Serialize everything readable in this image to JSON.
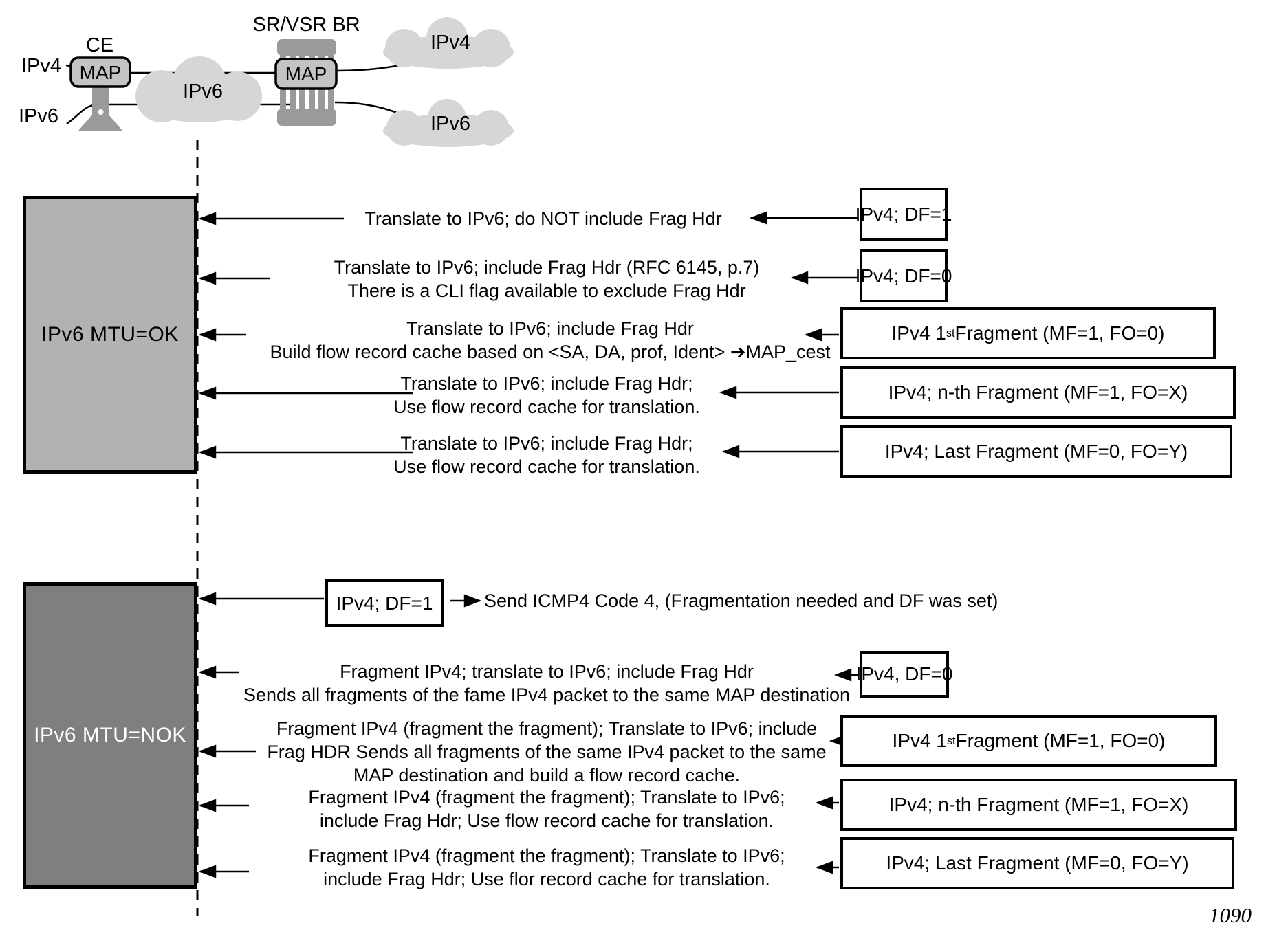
{
  "page": {
    "number": "1090"
  },
  "colors": {
    "box_ok_fill": "#b2b2b2",
    "box_nok_fill": "#7f7f7f",
    "device_gray": "#9a9a9a",
    "map_box_fill": "#c3c3c3",
    "cloud_gray": "#d6d6d6"
  },
  "topology": {
    "ce_label": "CE",
    "br_label": "SR/VSR BR",
    "ce_map_label": "MAP",
    "br_map_label": "MAP",
    "left_ipv4_label": "IPv4",
    "left_ipv6_label": "IPv6",
    "cloud_core_label": "IPv6",
    "cloud_right_top_label": "IPv4",
    "cloud_right_bottom_label": "IPv6"
  },
  "sections": {
    "ok": {
      "box_label": "IPv6 MTU=OK",
      "rows": [
        {
          "lines": [
            "Translate to IPv6; do NOT include Frag Hdr"
          ],
          "packet": {
            "pre": "IPv4; DF=1"
          }
        },
        {
          "lines": [
            "Translate to IPv6; include Frag Hdr (RFC 6145, p.7)",
            "There is a CLI flag available to exclude Frag Hdr"
          ],
          "packet": {
            "pre": "IPv4; DF=0"
          }
        },
        {
          "lines": [
            "Translate to IPv6; include Frag Hdr",
            "Build flow record cache based on <SA, DA, prof, Ident> ➔MAP_cest"
          ],
          "packet": {
            "pre": "IPv4 1",
            "sup": "st",
            "post": " Fragment (MF=1, FO=0)"
          }
        },
        {
          "lines": [
            "Translate to IPv6; include Frag Hdr;",
            "Use flow record cache for translation."
          ],
          "packet": {
            "pre": "IPv4; n-th Fragment (MF=1, FO=X)"
          }
        },
        {
          "lines": [
            "Translate to IPv6; include Frag Hdr;",
            "Use flow record cache for translation."
          ],
          "packet": {
            "pre": "IPv4; Last Fragment (MF=0, FO=Y)"
          }
        }
      ]
    },
    "nok": {
      "box_label": "IPv6 MTU=NOK",
      "rows": [
        {
          "lines": [
            "Send ICMP4 Code 4, (Fragmentation needed and DF was set)"
          ],
          "packet": {
            "pre": "IPv4; DF=1"
          }
        },
        {
          "lines": [
            "Fragment IPv4; translate to IPv6; include Frag Hdr",
            "Sends all fragments of the fame IPv4 packet to the same MAP destination"
          ],
          "packet": {
            "pre": "IPv4, DF=0"
          }
        },
        {
          "lines": [
            "Fragment IPv4 (fragment the fragment); Translate to IPv6; include",
            "Frag HDR Sends all fragments of the same IPv4 packet to the same",
            "MAP destination and build a flow record cache."
          ],
          "packet": {
            "pre": "IPv4 1",
            "sup": "st",
            "post": " Fragment (MF=1, FO=0)"
          }
        },
        {
          "lines": [
            "Fragment IPv4 (fragment the fragment); Translate to IPv6;",
            "include Frag Hdr; Use flow record cache for translation."
          ],
          "packet": {
            "pre": "IPv4; n-th Fragment (MF=1, FO=X)"
          }
        },
        {
          "lines": [
            "Fragment IPv4 (fragment the fragment); Translate to IPv6;",
            "include Frag Hdr; Use flor record cache for translation."
          ],
          "packet": {
            "pre": "IPv4; Last Fragment (MF=0, FO=Y)"
          }
        }
      ]
    }
  }
}
